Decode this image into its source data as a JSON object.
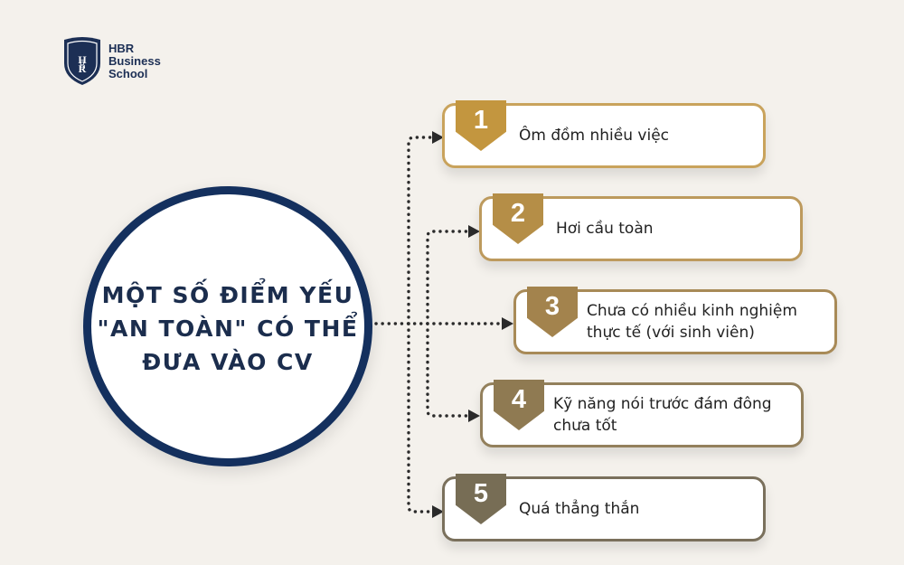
{
  "logo": {
    "monogram": "HBR",
    "line1": "HBR",
    "line2": "Business",
    "line3": "School",
    "color": "#1c2f55"
  },
  "center": {
    "title": "MỘT SỐ ĐIỂM YẾU \"AN TOÀN\" CÓ THỂ ĐƯA VÀO CV",
    "border_color": "#14305e"
  },
  "items": [
    {
      "number": "1",
      "text": "Ôm đồm nhiều việc",
      "color": "#c3963f"
    },
    {
      "number": "2",
      "text": "Hơi cầu toàn",
      "color": "#b58e47"
    },
    {
      "number": "3",
      "text": "Chưa có nhiều kinh nghiệm thực tế (với sinh viên)",
      "color": "#a3834d"
    },
    {
      "number": "4",
      "text": "Kỹ năng nói trước đám đông chưa tốt",
      "color": "#8f7a52"
    },
    {
      "number": "5",
      "text": "Quá thẳng thắn",
      "color": "#776d55"
    }
  ],
  "colors": {
    "background": "#f4f1ec",
    "connector": "#2b2b2b"
  }
}
